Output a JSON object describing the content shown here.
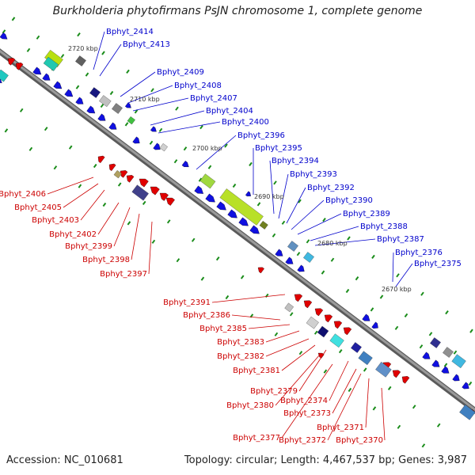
{
  "title": "Burkholderia phytofirmans PsJN chromosome 1, complete genome",
  "footer": {
    "accession": "Accession: NC_010681",
    "summary": "Topology: circular; Length: 4,467,537 bp; Genes: 3,987"
  },
  "colors": {
    "forward_gene": "#1010e0",
    "reverse_gene": "#e00000",
    "forward_label": "#0000cc",
    "reverse_label": "#cc0000",
    "backbone": "#808080",
    "dots": "#1a8c1a"
  },
  "ticks": [
    "2720 kbp",
    "2710 kbp",
    "2700 kbp",
    "2690 kbp",
    "2680 kbp",
    "2670 kbp"
  ],
  "forward_labels": [
    "Bphyt_2414",
    "Bphyt_2413",
    "Bphyt_2409",
    "Bphyt_2408",
    "Bphyt_2407",
    "Bphyt_2404",
    "Bphyt_2400",
    "Bphyt_2396",
    "Bphyt_2395",
    "Bphyt_2394",
    "Bphyt_2393",
    "Bphyt_2392",
    "Bphyt_2390",
    "Bphyt_2389",
    "Bphyt_2388",
    "Bphyt_2387",
    "Bphyt_2376",
    "Bphyt_2375"
  ],
  "reverse_labels_upper": [
    "Bphyt_2406",
    "Bphyt_2405",
    "Bphyt_2403",
    "Bphyt_2402",
    "Bphyt_2399",
    "Bphyt_2398",
    "Bphyt_2397"
  ],
  "reverse_labels_lower": [
    "Bphyt_2391",
    "Bphyt_2386",
    "Bphyt_2385",
    "Bphyt_2383",
    "Bphyt_2382",
    "Bphyt_2381",
    "Bphyt_2379",
    "Bphyt_2380",
    "Bphyt_2374",
    "Bphyt_2373",
    "Bphyt_2371",
    "Bphyt_2377",
    "Bphyt_2372",
    "Bphyt_2370"
  ]
}
